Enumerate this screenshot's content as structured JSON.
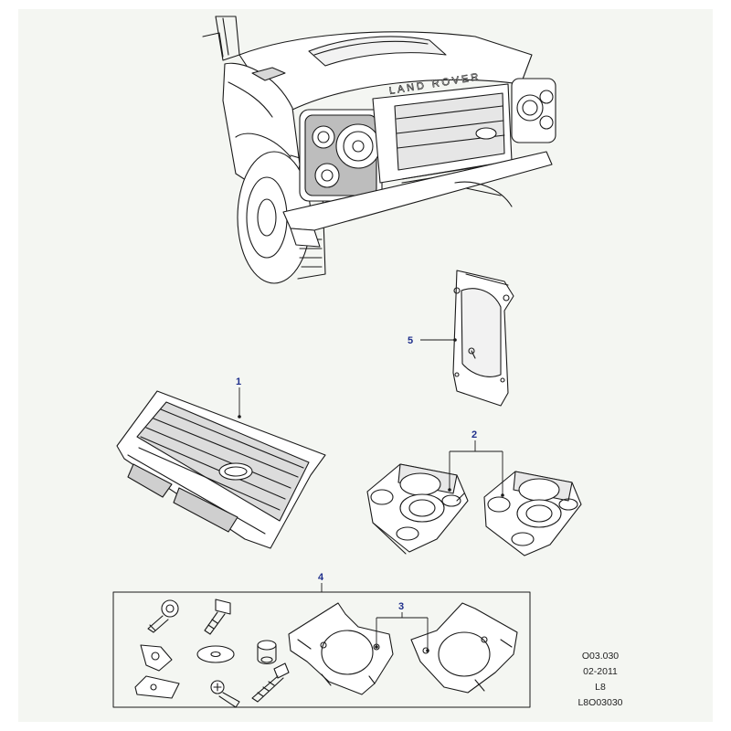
{
  "vehicle": {
    "badge_text": "LAND ROVER"
  },
  "callouts": {
    "c1": "1",
    "c2": "2",
    "c3": "3",
    "c4": "4",
    "c5": "5"
  },
  "meta": {
    "section": "O03.030",
    "date": "02-2011",
    "page": "L8",
    "illustration_ref": "L8O03030"
  },
  "colors": {
    "panel_bg": "#f4f6f2",
    "callout": "#1f2f8c",
    "line": "#1a1a1a"
  }
}
